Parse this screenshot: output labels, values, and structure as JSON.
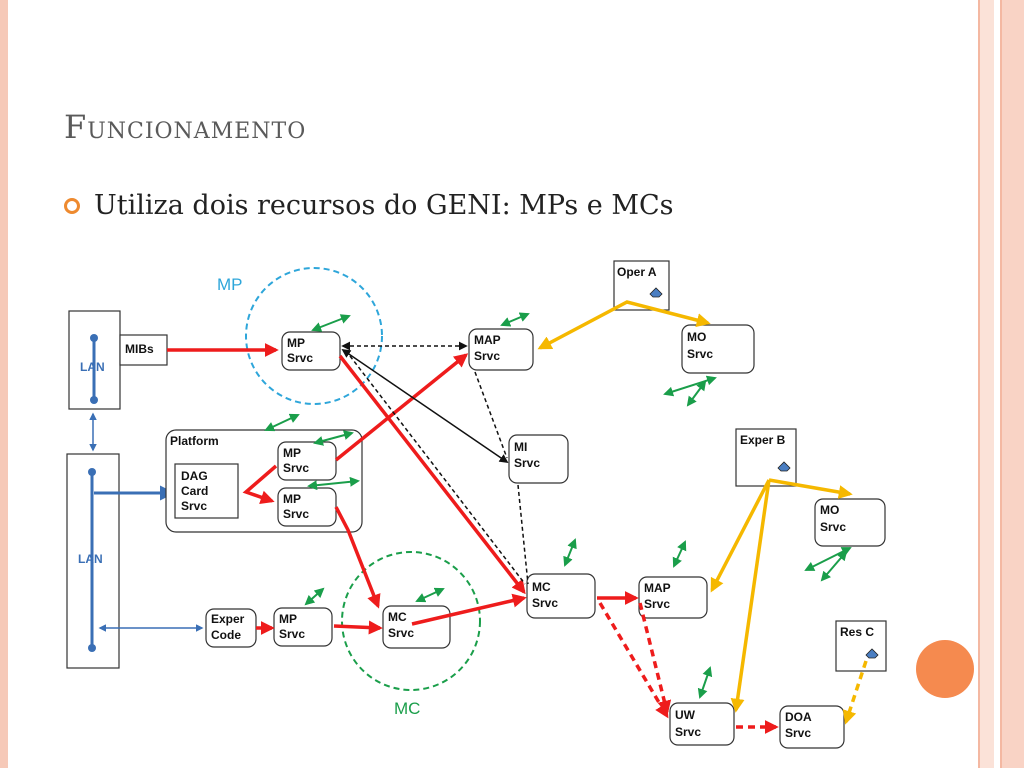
{
  "slide": {
    "title": "Funcionamento",
    "bullet": "Utiliza dois recursos do GENI: MPs e MCs"
  },
  "colors": {
    "accent": "#ee8a2f",
    "red": "#ee1c1c",
    "yellow": "#f5b800",
    "green": "#1a9e4a",
    "blue": "#3a6fb5",
    "mp_circle": "#2ea6da",
    "mc_circle": "#1a9e4a"
  },
  "diagram": {
    "mp_circle_label": "MP",
    "mc_circle_label": "MC",
    "lan_top": "LAN",
    "lan_bottom": "LAN",
    "mibs": "MIBs",
    "platform": "Platform",
    "dag": [
      "DAG",
      "Card",
      "Srvc"
    ],
    "mp_srvc_top": [
      "MP",
      "Srvc"
    ],
    "mp_srvc_p1": [
      "MP",
      "Srvc"
    ],
    "mp_srvc_p2": [
      "MP",
      "Srvc"
    ],
    "exper_code": [
      "Exper",
      "Code"
    ],
    "mp_srvc_bottom": [
      "MP",
      "Srvc"
    ],
    "mc_srvc_circle": [
      "MC",
      "Srvc"
    ],
    "map_srvc_top": [
      "MAP",
      "Srvc"
    ],
    "mi_srvc": [
      "MI",
      "Srvc"
    ],
    "mc_srvc": [
      "MC",
      "Srvc"
    ],
    "map_srvc_mid": [
      "MAP",
      "Srvc"
    ],
    "uw_srvc": [
      "UW",
      "Srvc"
    ],
    "doa_srvc": [
      "DOA",
      "Srvc"
    ],
    "oper_a": "Oper A",
    "mo_srvc_top": [
      "MO",
      "Srvc"
    ],
    "exper_b": "Exper B",
    "mo_srvc_right": [
      "MO",
      "Srvc"
    ],
    "res_c": "Res C"
  }
}
